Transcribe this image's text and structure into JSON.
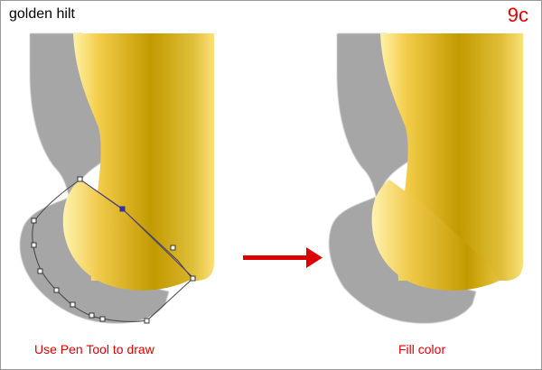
{
  "header": {
    "title": "golden hilt",
    "step_label": "9c"
  },
  "captions": {
    "left": "Use Pen Tool to draw",
    "right": "Fill color"
  },
  "colors": {
    "shadow": "#a6a6a6",
    "gold_light": "#fce88a",
    "gold_dark": "#c29a00",
    "arrow": "#dd0000",
    "step_text": "#e00000",
    "path_stroke": "#4a3d8f"
  }
}
